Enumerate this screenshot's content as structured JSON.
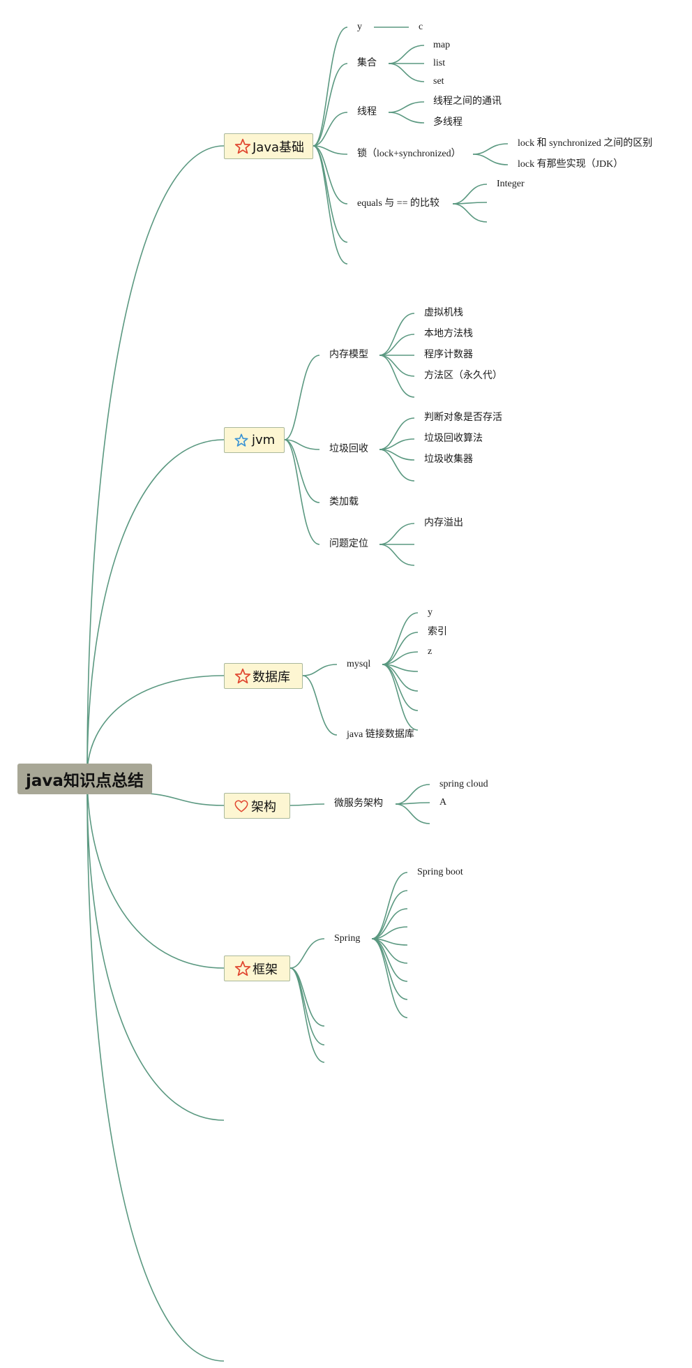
{
  "root": {
    "title": "java知识点总结"
  },
  "branches": {
    "java_basics": {
      "title": "Java基础",
      "icon": "red-star-icon",
      "items": {
        "y": "y",
        "c": "c",
        "collections": "集合",
        "map": "map",
        "list": "list",
        "set": "set",
        "threads": "线程",
        "thread_comm": "线程之间的通讯",
        "multithread": "多线程",
        "lock": "锁（lock+synchronized）",
        "lock_vs_sync": "lock 和 synchronized 之间的区别",
        "lock_impls": "lock 有那些实现（JDK）",
        "equals": "equals 与 == 的比较",
        "integer": "Integer"
      }
    },
    "jvm": {
      "title": "jvm",
      "icon": "blue-star-icon",
      "items": {
        "memory_model": "内存模型",
        "vm_stack": "虚拟机栈",
        "native_stack": "本地方法栈",
        "pc_counter": "程序计数器",
        "method_area": "方法区（永久代）",
        "gc": "垃圾回收",
        "gc_alive": "判断对象是否存活",
        "gc_algo": "垃圾回收算法",
        "gc_collector": "垃圾收集器",
        "class_loading": "类加载",
        "troubleshoot": "问题定位",
        "oom": "内存溢出"
      }
    },
    "database": {
      "title": "数据库",
      "icon": "red-star-icon",
      "items": {
        "mysql": "mysql",
        "y": "y",
        "index": "索引",
        "z": "z",
        "jdbc": "java 链接数据库"
      }
    },
    "architecture": {
      "title": "架构",
      "icon": "red-heart-icon",
      "items": {
        "microservice": "微服务架构",
        "spring_cloud": "spring cloud",
        "a": "A"
      }
    },
    "framework": {
      "title": "框架",
      "icon": "red-star-icon",
      "items": {
        "spring": "Spring",
        "spring_boot": "Spring boot"
      }
    }
  },
  "colors": {
    "connector": "#5a9880",
    "root_fill": "#a8a796",
    "node_fill": "#fdf6d2",
    "node_border": "#a9b89b",
    "star_red": "#e0452e",
    "star_blue": "#3a93d4"
  }
}
